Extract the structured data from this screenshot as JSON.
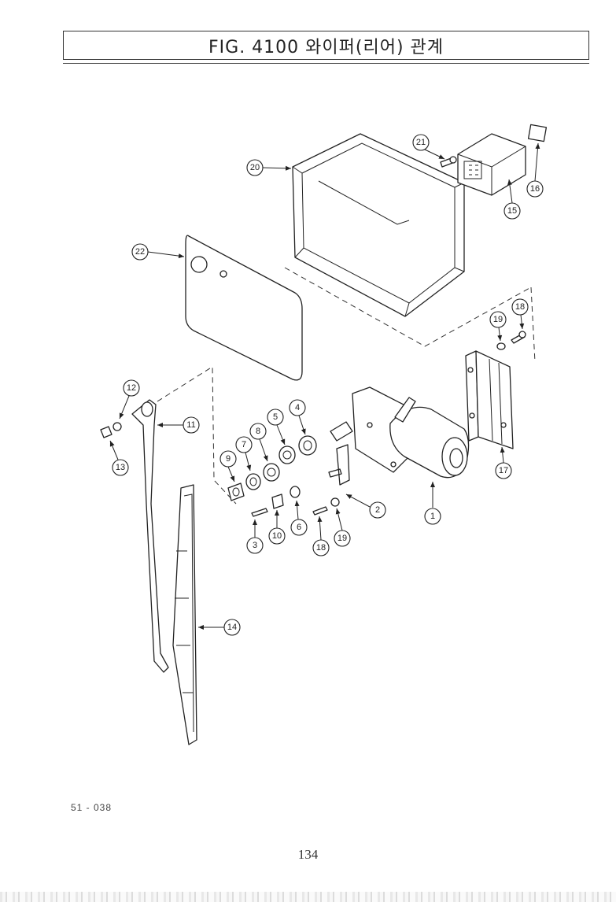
{
  "header": {
    "title": "FIG. 4100 와이퍼(리어) 관계"
  },
  "diagram": {
    "callouts": [
      "1",
      "2",
      "3",
      "4",
      "5",
      "6",
      "7",
      "8",
      "9",
      "10",
      "11",
      "12",
      "13",
      "14",
      "15",
      "16",
      "17",
      "18",
      "19",
      "20",
      "21",
      "22",
      "18",
      "19"
    ]
  },
  "footer": {
    "drawing_code": "51 - 038",
    "page_number": "134"
  }
}
